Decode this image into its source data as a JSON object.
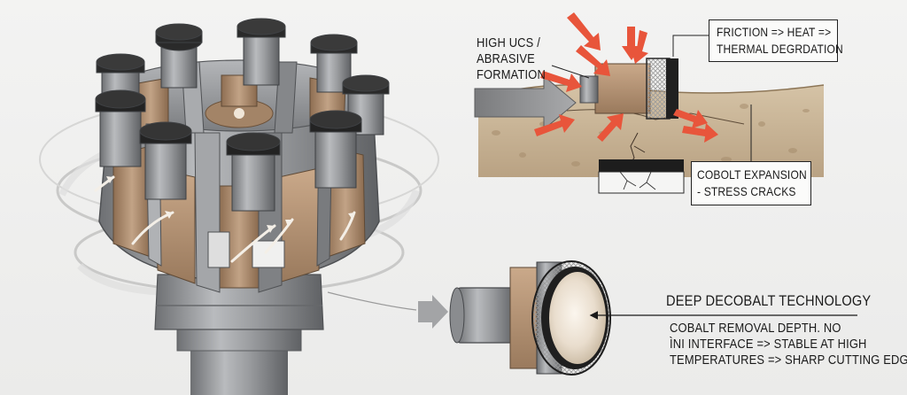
{
  "labels": {
    "high_ucs_line1": "HIGH UCS /",
    "high_ucs_line2": "ABRASIVE",
    "high_ucs_line3": "FORMATION",
    "friction_line1": "FRICTION => HEAT =>",
    "friction_line2": "THERMAL DEGRDATION",
    "cobolt_line1": "COBOLT EXPANSION",
    "cobolt_line2": "- STRESS CRACKS",
    "deep_title": "DEEP DECOBALT TECHNOLOGY",
    "deep_line1": "COBALT REMOVAL DEPTH. NO",
    "deep_line2": "ÌNI INTERFACE => STABLE AT HIGH",
    "deep_line3": "TEMPERATURES => SHARP CUTTING EDGE"
  },
  "colors": {
    "steel": "#8f9194",
    "steel_dark": "#5d5f62",
    "bronze": "#a78869",
    "cap": "#232323",
    "heat_arrow": "#e8553b",
    "rock": "#c9b497"
  }
}
